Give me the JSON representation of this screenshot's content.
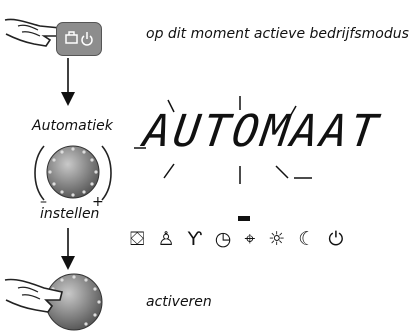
{
  "steps": {
    "step1_caption": "op dit moment actieve bedrijfsmodus",
    "step2_label_top": "Automatiek",
    "step2_label_bottom": "instellen",
    "step3_caption": "activeren"
  },
  "knob": {
    "minus": "–",
    "plus": "+"
  },
  "display": {
    "text": "AUTOMAAT",
    "mode_icons": [
      {
        "name": "suitcase-icon",
        "glyph": "⛋"
      },
      {
        "name": "party-icon",
        "glyph": "♙"
      },
      {
        "name": "cocktail-icon",
        "glyph": "Ƴ"
      },
      {
        "name": "clock-icon",
        "glyph": "◷"
      },
      {
        "name": "shower-icon",
        "glyph": "⌖"
      },
      {
        "name": "sun-icon",
        "glyph": "☼"
      },
      {
        "name": "moon-icon",
        "glyph": "☾"
      },
      {
        "name": "power-icon",
        "glyph": "⏻"
      }
    ]
  }
}
